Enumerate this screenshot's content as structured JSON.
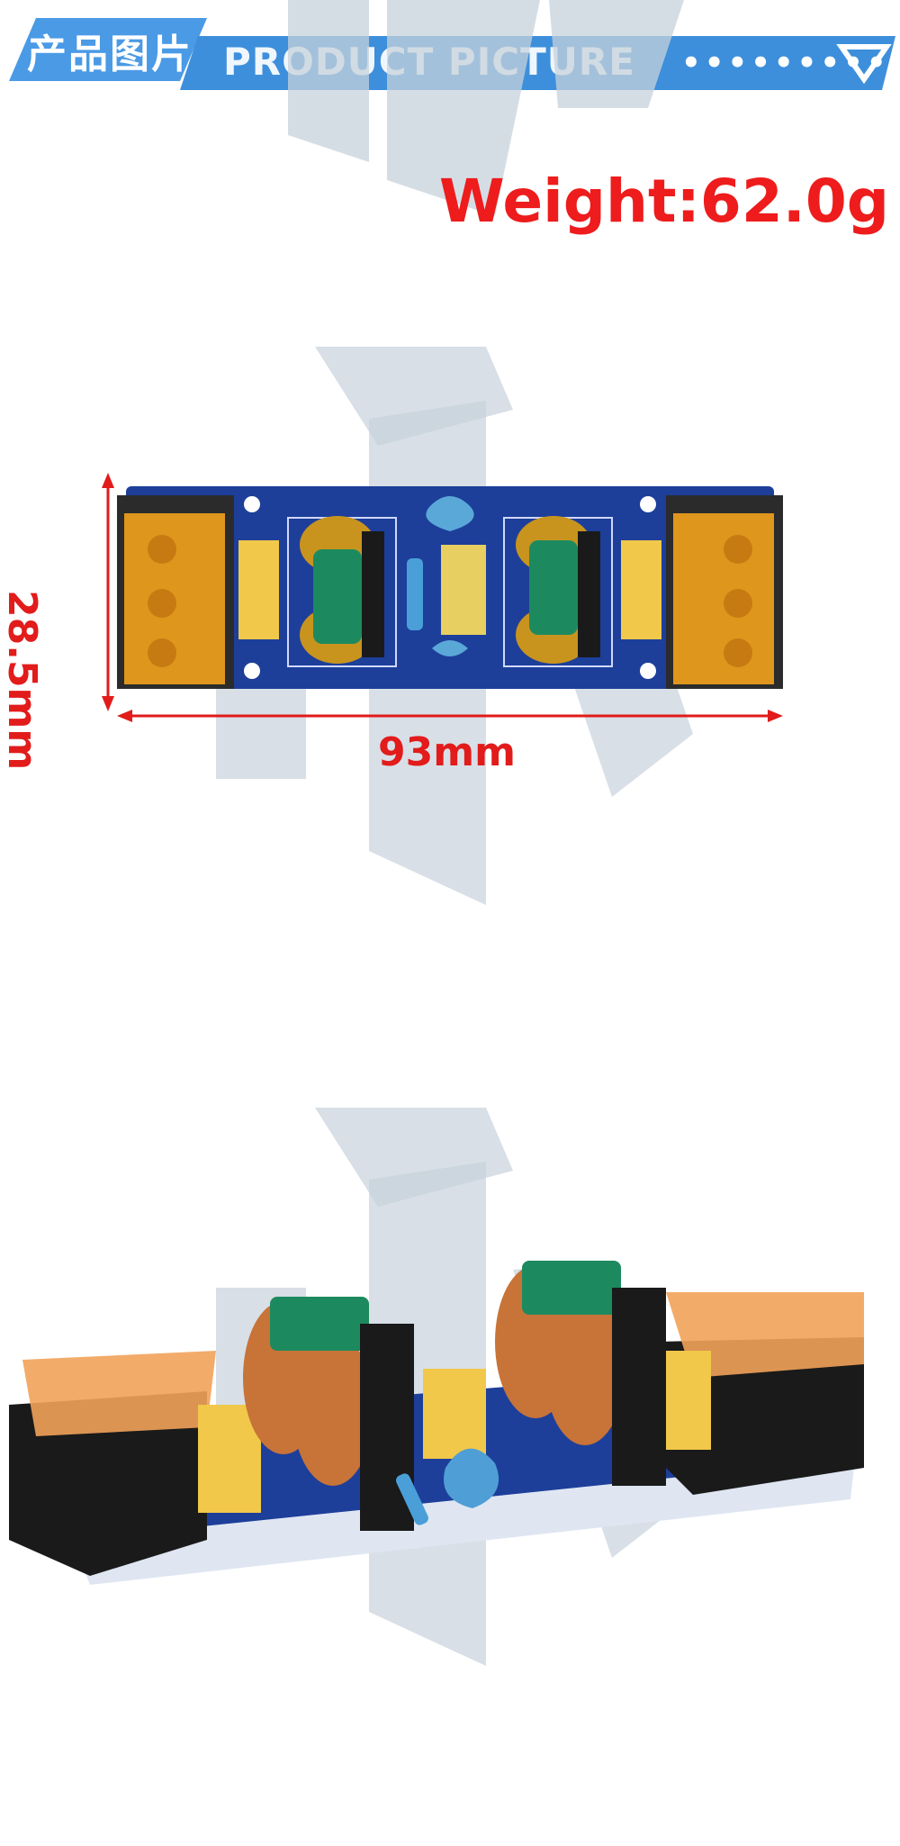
{
  "header": {
    "title_cn": "产品图片",
    "title_en": "PRODUCT PICTURE",
    "dots": "•••••••••",
    "accent_color": "#3d8fdc",
    "icon": "triangle-down-icon"
  },
  "weight_label": "Weight:62.0g",
  "dimensions": {
    "height": "28.5mm",
    "width": "93mm"
  },
  "colors": {
    "dimension": "#e21b1b",
    "weight": "#ee1c1c",
    "pcb": "#1d3f9a",
    "terminal_cover": "#f0a020"
  }
}
